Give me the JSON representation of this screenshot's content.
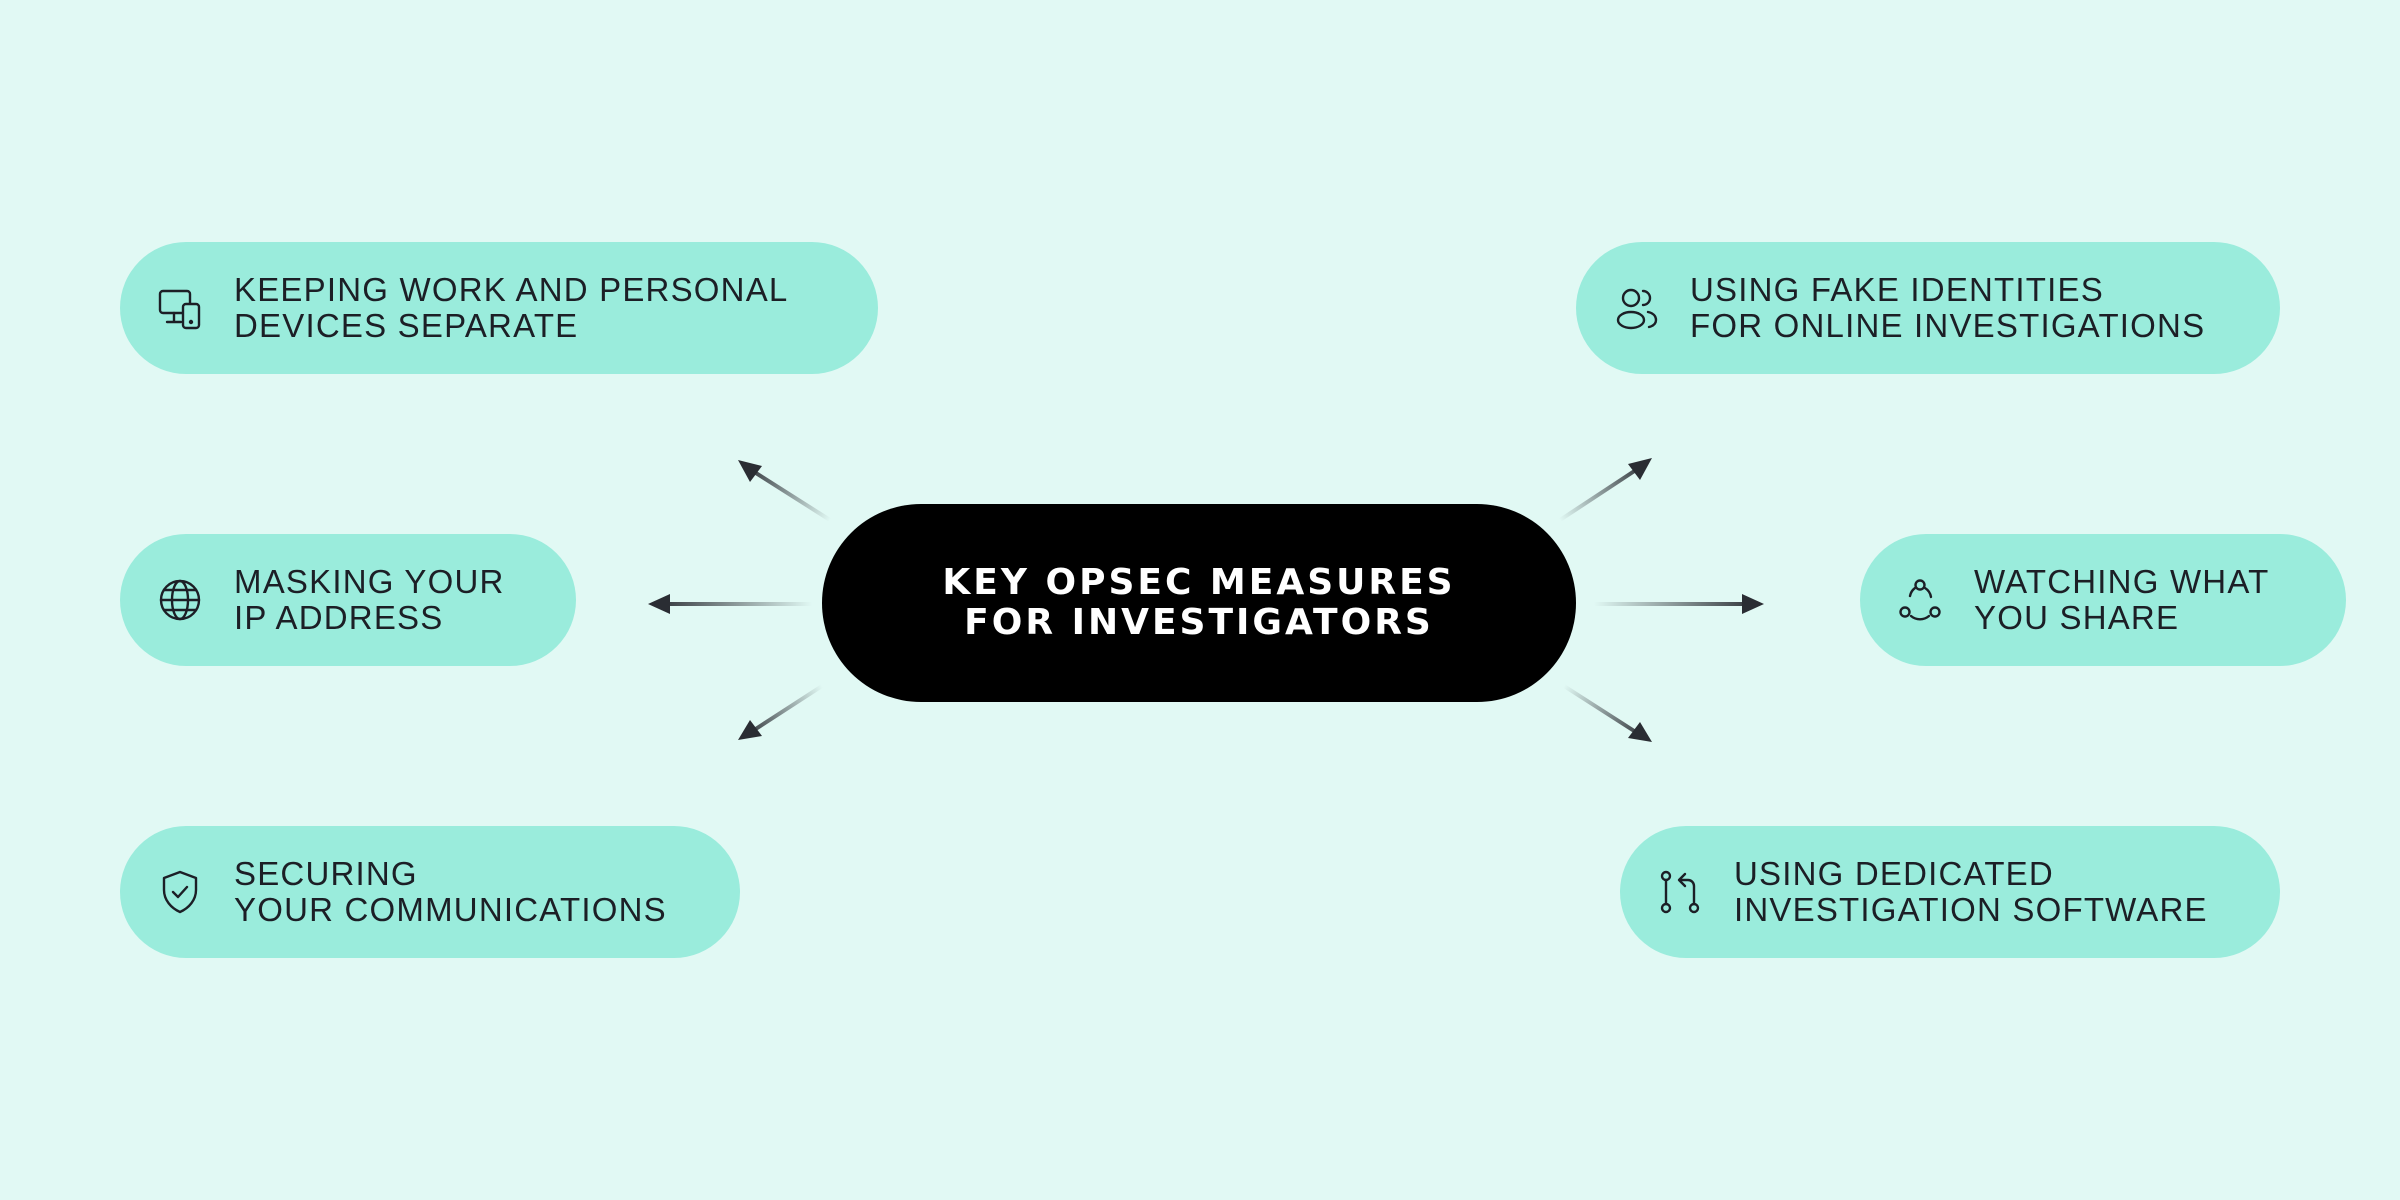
{
  "center": {
    "line1": "KEY OPSEC MEASURES",
    "line2": "FOR INVESTIGATORS"
  },
  "measures": [
    {
      "id": "devices",
      "icon": "devices-icon",
      "line1": "KEEPING WORK AND PERSONAL",
      "line2": "DEVICES SEPARATE"
    },
    {
      "id": "ip",
      "icon": "globe-icon",
      "line1": "MASKING YOUR",
      "line2": "IP ADDRESS"
    },
    {
      "id": "comms",
      "icon": "shield-check-icon",
      "line1": "SECURING",
      "line2": "YOUR COMMUNICATIONS"
    },
    {
      "id": "identities",
      "icon": "users-icon",
      "line1": "USING FAKE IDENTITIES",
      "line2": "FOR ONLINE INVESTIGATIONS"
    },
    {
      "id": "sharing",
      "icon": "share-cycle-icon",
      "line1": "WATCHING WHAT",
      "line2": "YOU SHARE"
    },
    {
      "id": "software",
      "icon": "git-compare-icon",
      "line1": "USING DEDICATED",
      "line2": "INVESTIGATION SOFTWARE"
    }
  ],
  "colors": {
    "background": "#e1f9f4",
    "pill": "#9aecdc",
    "center": "#000000",
    "text": "#1c1f26"
  }
}
